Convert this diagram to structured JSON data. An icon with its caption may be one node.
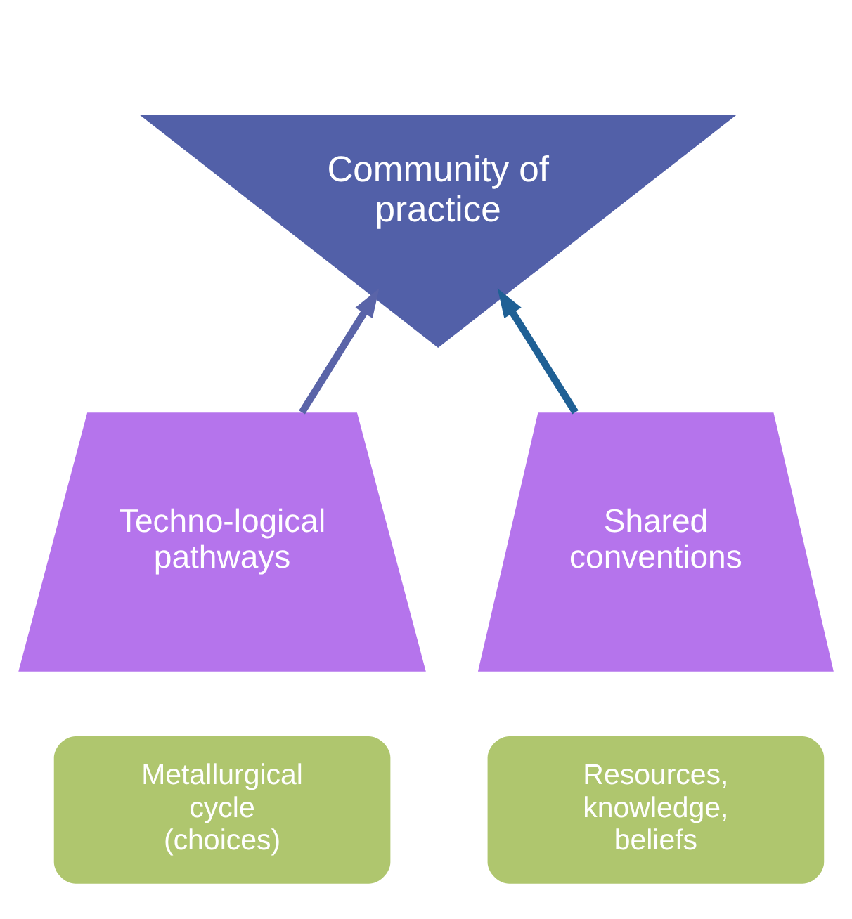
{
  "diagram": {
    "nodes": [
      {
        "text": [
          "Community of practice"
        ]
      },
      {
        "text": [
          "Techno-logical pathways"
        ]
      },
      {
        "text": [
          "Shared conventions"
        ]
      },
      {
        "text": [
          "Metallurgical cycle (choices)"
        ]
      },
      {
        "text": [
          "Resources, knowledge, beliefs"
        ]
      }
    ],
    "edges": [
      {
        "from": 1,
        "to": 0,
        "arrow": "to",
        "color": "#5a64a8"
      },
      {
        "from": 2,
        "to": 0,
        "arrow": "to",
        "color": "#1f6095"
      }
    ]
  }
}
